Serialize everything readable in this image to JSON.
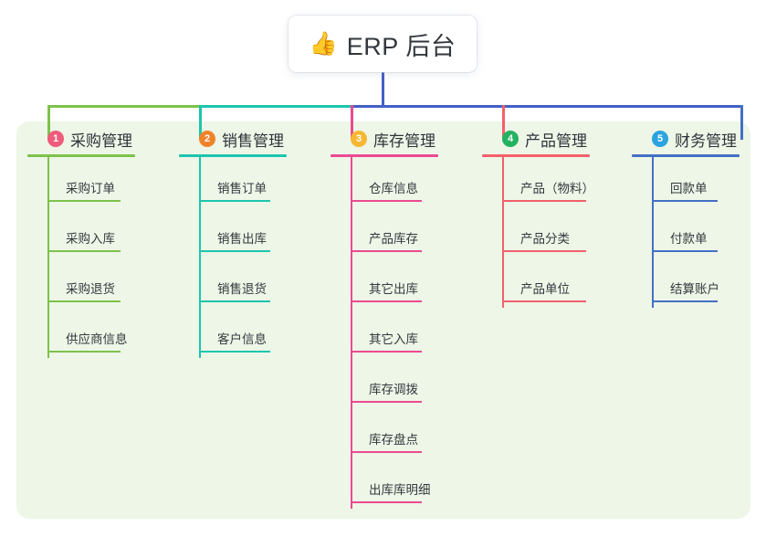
{
  "title": {
    "emoji": "👍",
    "icon_name": "thumbs-up-emoji",
    "text": "ERP 后台"
  },
  "colors": {
    "panel_bg": "#edf6e7",
    "page_bg": "#ffffff",
    "title_text": "#33373d",
    "trunk_blue": "#4460c8",
    "green": "#7dc24b",
    "teal": "#1cc5ae",
    "pink": "#ec4a91",
    "red": "#f4616b",
    "blue": "#4470c4",
    "badge_1": "#ef5b7a",
    "badge_2": "#f0832a",
    "badge_3": "#f7b733",
    "badge_4": "#24b262",
    "badge_5": "#2aa3e0"
  },
  "columns": [
    {
      "index": "1",
      "title": "采购管理",
      "badge_color": "#ef5b7a",
      "line_color": "#7dc24b",
      "items": [
        "采购订单",
        "采购入库",
        "采购退货",
        "供应商信息"
      ]
    },
    {
      "index": "2",
      "title": "销售管理",
      "badge_color": "#f0832a",
      "line_color": "#1cc5ae",
      "items": [
        "销售订单",
        "销售出库",
        "销售退货",
        "客户信息"
      ]
    },
    {
      "index": "3",
      "title": "库存管理",
      "badge_color": "#f7b733",
      "line_color": "#ec4a91",
      "items": [
        "仓库信息",
        "产品库存",
        "其它出库",
        "其它入库",
        "库存调拨",
        "库存盘点",
        "出库库明细"
      ]
    },
    {
      "index": "4",
      "title": "产品管理",
      "badge_color": "#24b262",
      "line_color": "#f4616b",
      "items": [
        "产品（物料）",
        "产品分类",
        "产品单位"
      ]
    },
    {
      "index": "5",
      "title": "财务管理",
      "badge_color": "#2aa3e0",
      "line_color": "#4470c4",
      "items": [
        "回款单",
        "付款单",
        "结算账户"
      ]
    }
  ]
}
